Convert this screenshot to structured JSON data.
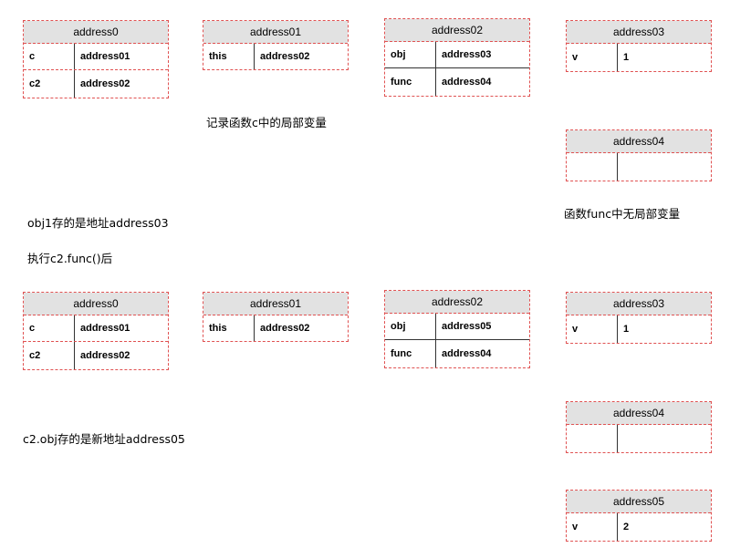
{
  "upper": {
    "address0": {
      "title": "address0",
      "rows": [
        [
          "c",
          "address01"
        ],
        [
          "c2",
          "address02"
        ]
      ]
    },
    "address01": {
      "title": "address01",
      "rows": [
        [
          "this",
          "address02"
        ]
      ]
    },
    "address02": {
      "title": "address02",
      "rows": [
        [
          "obj",
          "address03"
        ],
        [
          "func",
          "address04"
        ]
      ]
    },
    "address03": {
      "title": "address03",
      "rows": [
        [
          "v",
          "1"
        ]
      ]
    },
    "address04": {
      "title": "address04",
      "rows": [
        [
          "",
          ""
        ]
      ]
    }
  },
  "lower": {
    "address0": {
      "title": "address0",
      "rows": [
        [
          "c",
          "address01"
        ],
        [
          "c2",
          "address02"
        ]
      ]
    },
    "address01": {
      "title": "address01",
      "rows": [
        [
          "this",
          "address02"
        ]
      ]
    },
    "address02": {
      "title": "address02",
      "rows": [
        [
          "obj",
          "address05"
        ],
        [
          "func",
          "address04"
        ]
      ]
    },
    "address03": {
      "title": "address03",
      "rows": [
        [
          "v",
          "1"
        ]
      ]
    },
    "address04": {
      "title": "address04",
      "rows": [
        [
          "",
          ""
        ]
      ]
    },
    "address05": {
      "title": "address05",
      "rows": [
        [
          "v",
          "2"
        ]
      ]
    }
  },
  "notes": {
    "local_vars_c": "记录函数c中的局部变量",
    "no_local_func": "函数func中无局部变量",
    "obj1_address": "obj1存的是地址address03",
    "after_call": "执行c2.func()后",
    "new_address": "c2.obj存的是新地址address05"
  }
}
